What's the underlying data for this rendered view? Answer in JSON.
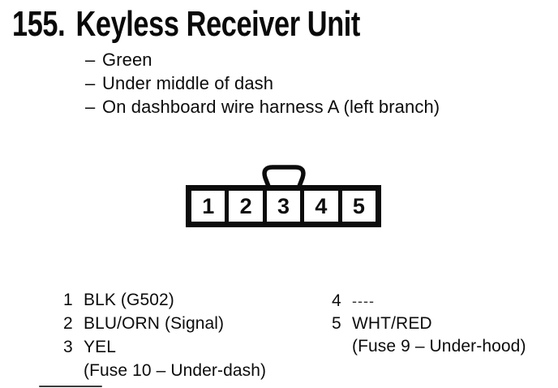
{
  "header": {
    "number": "155.",
    "title": "Keyless Receiver Unit",
    "bullet": "–"
  },
  "notes": [
    "Green",
    "Under middle of dash",
    "On dashboard wire harness A (left branch)"
  ],
  "connector": {
    "pins": [
      "1",
      "2",
      "3",
      "4",
      "5"
    ]
  },
  "pins": {
    "left": [
      {
        "num": "1",
        "wire": "BLK (G502)"
      },
      {
        "num": "2",
        "wire": "BLU/ORN (Signal)"
      },
      {
        "num": "3",
        "wire": "YEL",
        "detail": "(Fuse 10 – Under-dash)"
      }
    ],
    "right": [
      {
        "num": "4",
        "wire": "----"
      },
      {
        "num": "5",
        "wire": "WHT/RED",
        "detail": "(Fuse 9 – Under-hood)"
      }
    ]
  },
  "colors": {
    "ink": "#0c0c0c",
    "paper": "#ffffff"
  }
}
